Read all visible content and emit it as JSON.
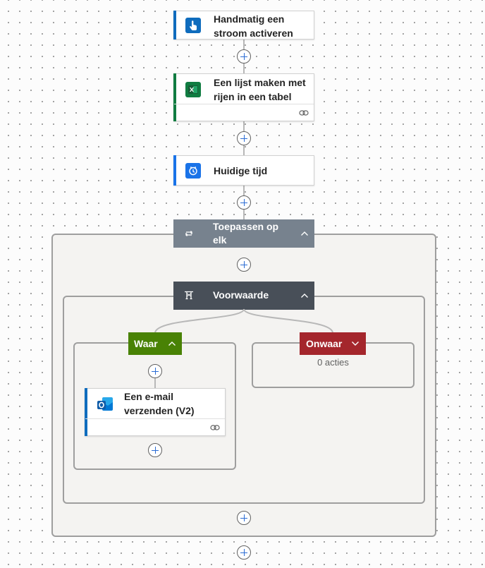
{
  "steps": {
    "trigger": {
      "title": "Handmatig een stroom activeren",
      "line1": "Handmatig een",
      "line2": "stroom activeren",
      "icon": "hand-tap-icon",
      "accent": "#0f6cbd"
    },
    "excel": {
      "title": "Een lijst maken met rijen in een tabel",
      "line1": "Een lijst maken met",
      "line2": "rijen in een tabel",
      "icon": "excel-icon",
      "accent": "#107c41"
    },
    "time": {
      "title": "Huidige tijd",
      "icon": "clock-icon",
      "accent": "#1a73e8"
    }
  },
  "apply_each": {
    "line1": "Toepassen op",
    "line2": "elk",
    "icon": "loop-icon",
    "color": "#77828e"
  },
  "condition": {
    "label": "Voorwaarde",
    "icon": "condition-icon",
    "color": "#484f58"
  },
  "branches": {
    "true": {
      "label": "Waar",
      "color": "#498205"
    },
    "false": {
      "label": "Onwaar",
      "color": "#a4262c",
      "empty_text": "0 acties"
    }
  },
  "email": {
    "title": "Een e-mail verzenden (V2)",
    "line1": "Een e-mail",
    "line2": "verzenden (V2)",
    "icon": "outlook-icon",
    "accent": "#0f6cbd"
  }
}
